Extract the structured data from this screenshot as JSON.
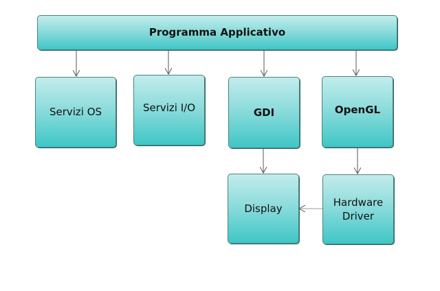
{
  "diagram": {
    "nodes": [
      {
        "id": "app",
        "label": "Programma Applicativo",
        "bold": true
      },
      {
        "id": "os",
        "label": "Servizi OS",
        "bold": false
      },
      {
        "id": "io",
        "label": "Servizi I/O",
        "bold": false
      },
      {
        "id": "gdi",
        "label": "GDI",
        "bold": true
      },
      {
        "id": "opengl",
        "label": "OpenGL",
        "bold": true
      },
      {
        "id": "display",
        "label": "Display",
        "bold": false
      },
      {
        "id": "hwdriver",
        "label": "Hardware Driver",
        "bold": false
      }
    ],
    "edges": [
      {
        "from": "app",
        "to": "os"
      },
      {
        "from": "app",
        "to": "io"
      },
      {
        "from": "app",
        "to": "gdi"
      },
      {
        "from": "app",
        "to": "opengl"
      },
      {
        "from": "gdi",
        "to": "display"
      },
      {
        "from": "opengl",
        "to": "hwdriver"
      },
      {
        "from": "hwdriver",
        "to": "display"
      }
    ],
    "colors": {
      "box_top": "#c2ecec",
      "box_bottom": "#3fc6c6",
      "border": "#4f7f7f",
      "arrow": "#555555"
    }
  }
}
